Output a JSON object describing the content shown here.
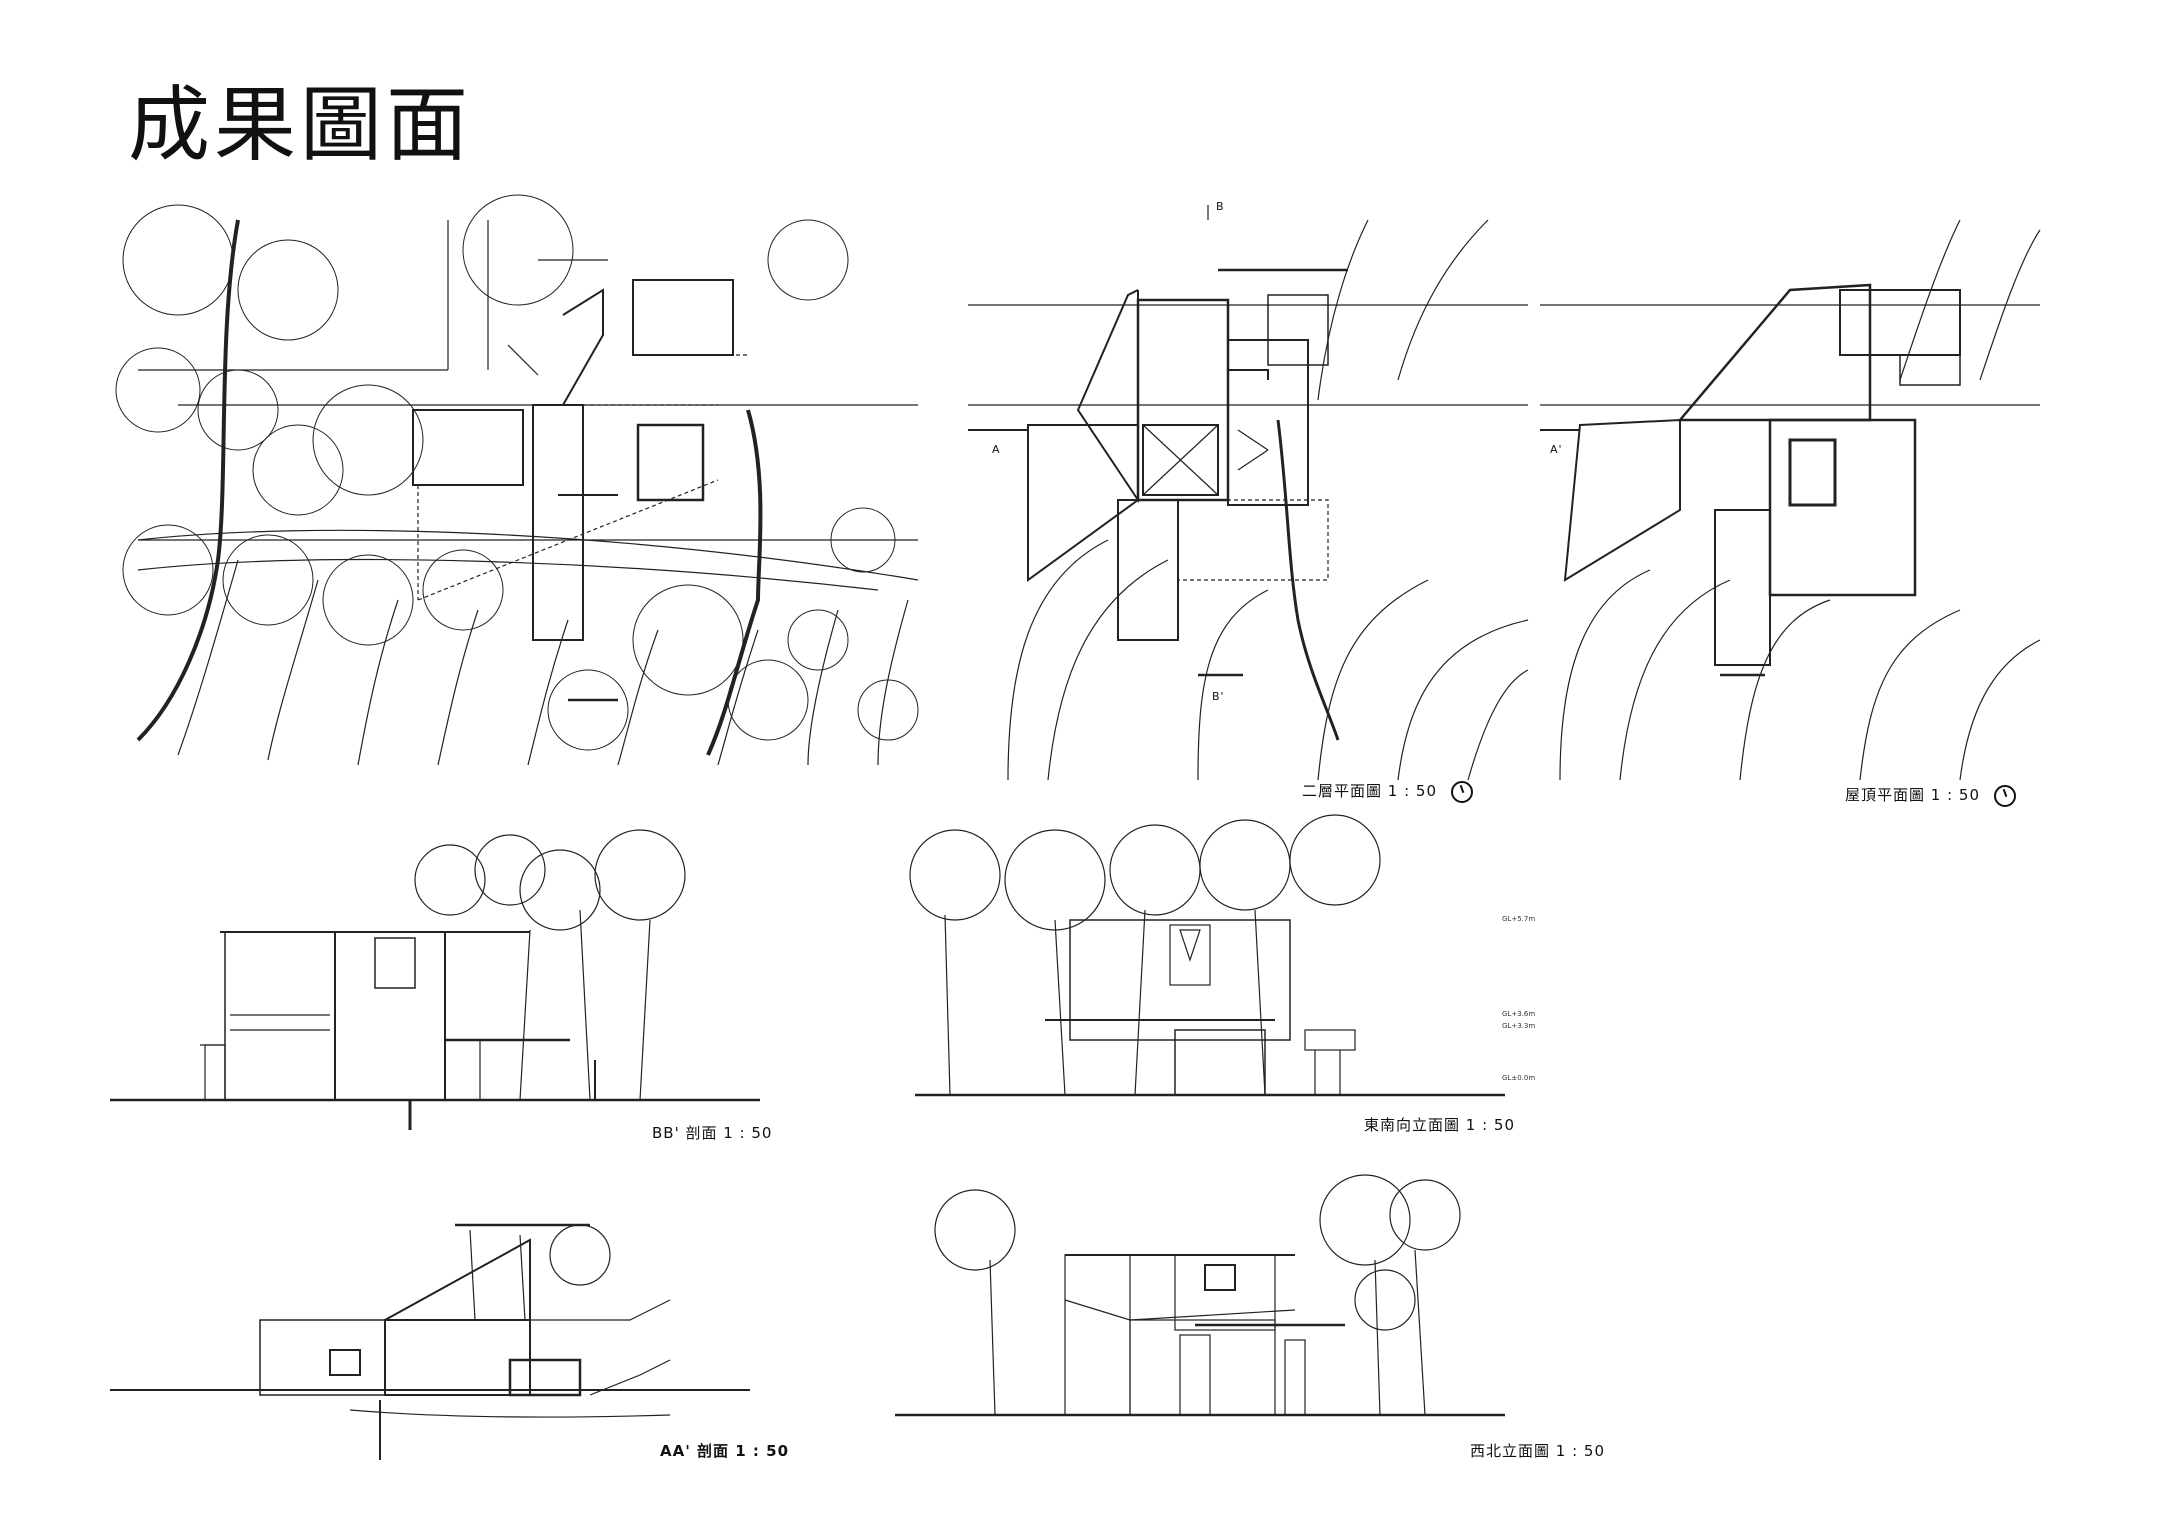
{
  "page_title": "成果圖面",
  "drawings": [
    {
      "id": "site-plan",
      "caption": ""
    },
    {
      "id": "second-floor-plan",
      "caption": "二層平面圖 1 : 50"
    },
    {
      "id": "roof-plan",
      "caption": "屋頂平面圖 1 : 50"
    },
    {
      "id": "section-bb",
      "caption": "BB' 剖面 1 : 50"
    },
    {
      "id": "southeast-elevation",
      "caption": "東南向立面圖 1 : 50"
    },
    {
      "id": "section-aa",
      "caption": "AA' 剖面 1 : 50"
    },
    {
      "id": "northwest-elevation",
      "caption": "西北立面圖 1 : 50"
    }
  ],
  "section_marks": {
    "a": "A",
    "a_prime": "A'",
    "b": "B",
    "b_prime": "B'"
  },
  "level_marks": [
    "GL+5.7m",
    "GL+3.6m",
    "GL+3.3m",
    "GL±0.0m"
  ],
  "icons": {
    "north_arrow": "north-arrow-icon"
  }
}
